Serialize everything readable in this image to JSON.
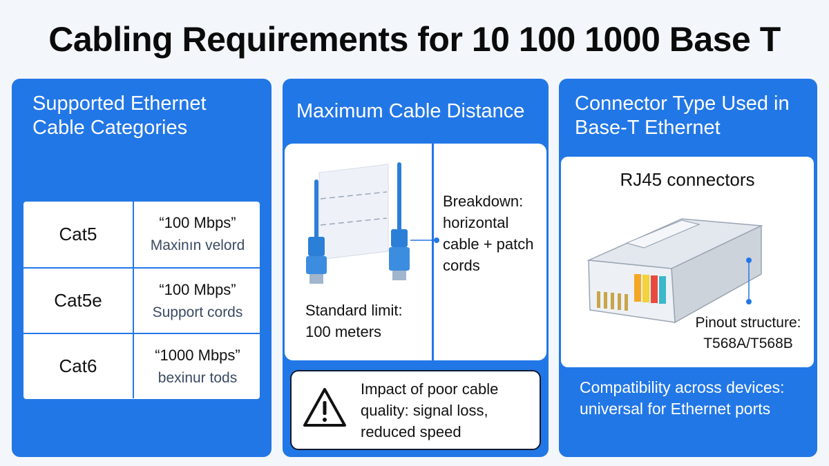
{
  "title": "Cabling Requirements for 10 100 1000 Base T",
  "colors": {
    "panel_blue": "#2277e6",
    "cable_blue": "#2b7fd6",
    "background": "#f3f6fa"
  },
  "panel1": {
    "title": "Supported Ethernet Cable Categories",
    "rows": [
      {
        "category": "Cat5",
        "speed": "“100 Mbps”",
        "note": "Maxinın velord"
      },
      {
        "category": "Cat5e",
        "speed": "“100 Mbps”",
        "note": "Support cords"
      },
      {
        "category": "Cat6",
        "speed": "“1000 Mbps”",
        "note": "bexinur tods"
      }
    ]
  },
  "panel2": {
    "title": "Maximum Cable Distance",
    "standard_limit": "Standard limit: 100 meters",
    "breakdown": "Breakdown: horizontal cable + patch cords",
    "warning": "Impact of poor cable quality: signal loss, reduced speed",
    "icons": [
      "ethernet-cable-icon",
      "warning-triangle-icon"
    ]
  },
  "panel3": {
    "title": "Connector Type Used in Base-T Ethernet",
    "connector_title": "RJ45 connectors",
    "pinout": "Pinout structure: T568A/T568B",
    "compatibility": "Compatibility across devices: universal for Ethernet ports",
    "icons": [
      "rj45-connector-icon"
    ]
  }
}
